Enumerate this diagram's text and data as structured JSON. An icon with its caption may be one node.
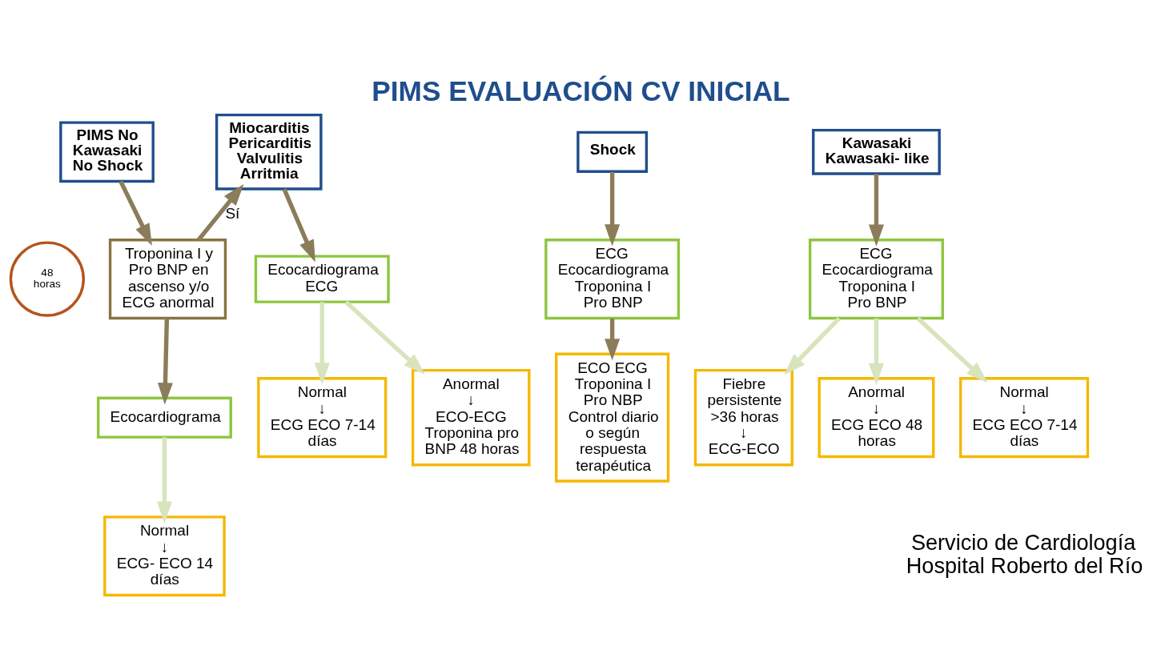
{
  "diagram": {
    "title": "PIMS EVALUACIÓN CV INICIAL",
    "nodes": [
      {
        "text": [
          "PIMS No Kawasaki No Shock"
        ]
      },
      {
        "text": [
          "48 horas"
        ]
      },
      {
        "text": [
          "Troponina I y Pro BNP en ascenso y/o ECG anormal"
        ]
      },
      {
        "text": [
          "Ecocardiograma"
        ]
      },
      {
        "text": [
          "Normal",
          "↓",
          "ECG- ECO 14 días"
        ]
      },
      {
        "text": [
          "Miocarditis Pericarditis Valvulitis Arritmia"
        ]
      },
      {
        "text": [
          "Ecocardiograma ECG"
        ]
      },
      {
        "text": [
          "Normal",
          "↓",
          "ECG ECO 7-14 días"
        ]
      },
      {
        "text": [
          "Anormal",
          "↓",
          "ECO-ECG Troponina pro BNP 48 horas"
        ]
      },
      {
        "text": [
          "Shock"
        ]
      },
      {
        "text": [
          "ECG Ecocardiograma Troponina I Pro BNP"
        ]
      },
      {
        "text": [
          "ECO ECG Troponina I Pro NBP Control diario o según respuesta terapéutica"
        ]
      },
      {
        "text": [
          "Kawasaki Kawasaki- like"
        ]
      },
      {
        "text": [
          "ECG Ecocardiograma Troponina I Pro BNP"
        ]
      },
      {
        "text": [
          "Fiebre persistente >36 horas",
          "↓",
          "ECG-ECO"
        ]
      },
      {
        "text": [
          "Anormal",
          "↓",
          "ECG ECO 48 horas"
        ]
      },
      {
        "text": [
          "Normal",
          "↓",
          "ECG ECO 7-14 días"
        ]
      }
    ],
    "edges": [
      {
        "from": 0,
        "to": 2,
        "arrow": "to"
      },
      {
        "from": 2,
        "to": 3,
        "arrow": "to"
      },
      {
        "from": 3,
        "to": 4,
        "arrow": "to",
        "color": "#d7e4bd"
      },
      {
        "from": 2,
        "to": 5,
        "arrow": "to",
        "label": "Sí"
      },
      {
        "from": 5,
        "to": 6,
        "arrow": "to"
      },
      {
        "from": 6,
        "to": 7,
        "arrow": "to",
        "color": "#d7e4bd"
      },
      {
        "from": 6,
        "to": 8,
        "arrow": "to",
        "color": "#d7e4bd"
      },
      {
        "from": 9,
        "to": 10,
        "arrow": "to"
      },
      {
        "from": 10,
        "to": 11,
        "arrow": "to"
      },
      {
        "from": 12,
        "to": 13,
        "arrow": "to"
      },
      {
        "from": 13,
        "to": 14,
        "arrow": "to",
        "color": "#d7e4bd"
      },
      {
        "from": 13,
        "to": 15,
        "arrow": "to",
        "color": "#d7e4bd"
      },
      {
        "from": 13,
        "to": 16,
        "arrow": "to",
        "color": "#d7e4bd"
      }
    ],
    "labels": [
      "Servicio de Cardiología Hospital Roberto del Río"
    ]
  }
}
